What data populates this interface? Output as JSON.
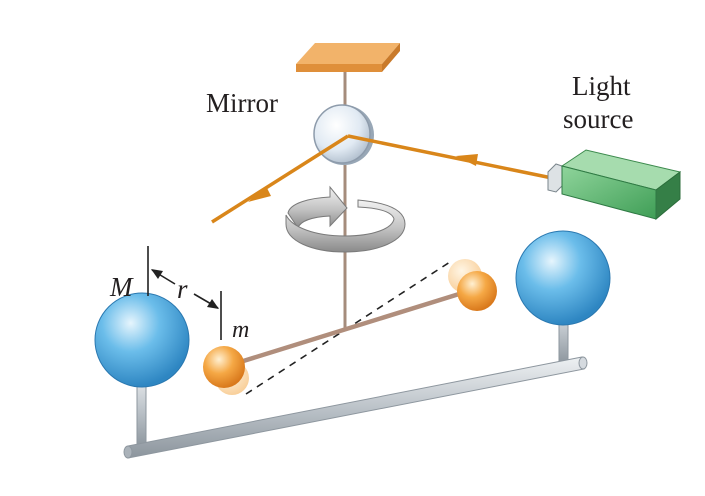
{
  "labels": {
    "mirror": "Mirror",
    "light_line1": "Light",
    "light_line2": "source",
    "big_mass": "M",
    "distance": "r",
    "small_mass": "m"
  },
  "icons": [
    "mirror-icon",
    "light-source-icon",
    "rotation-arrow-icon",
    "ceiling-mount-icon"
  ],
  "colors": {
    "light_beam": "#d9861a",
    "mirror": "#dfe9f2",
    "light_source_box": "#4cab5f",
    "large_sphere": "#5cb4e6",
    "small_sphere": "#f2a33a",
    "rod": "#b08e7c",
    "frame": "#b7bec4",
    "mount": "#f0ae5e"
  }
}
